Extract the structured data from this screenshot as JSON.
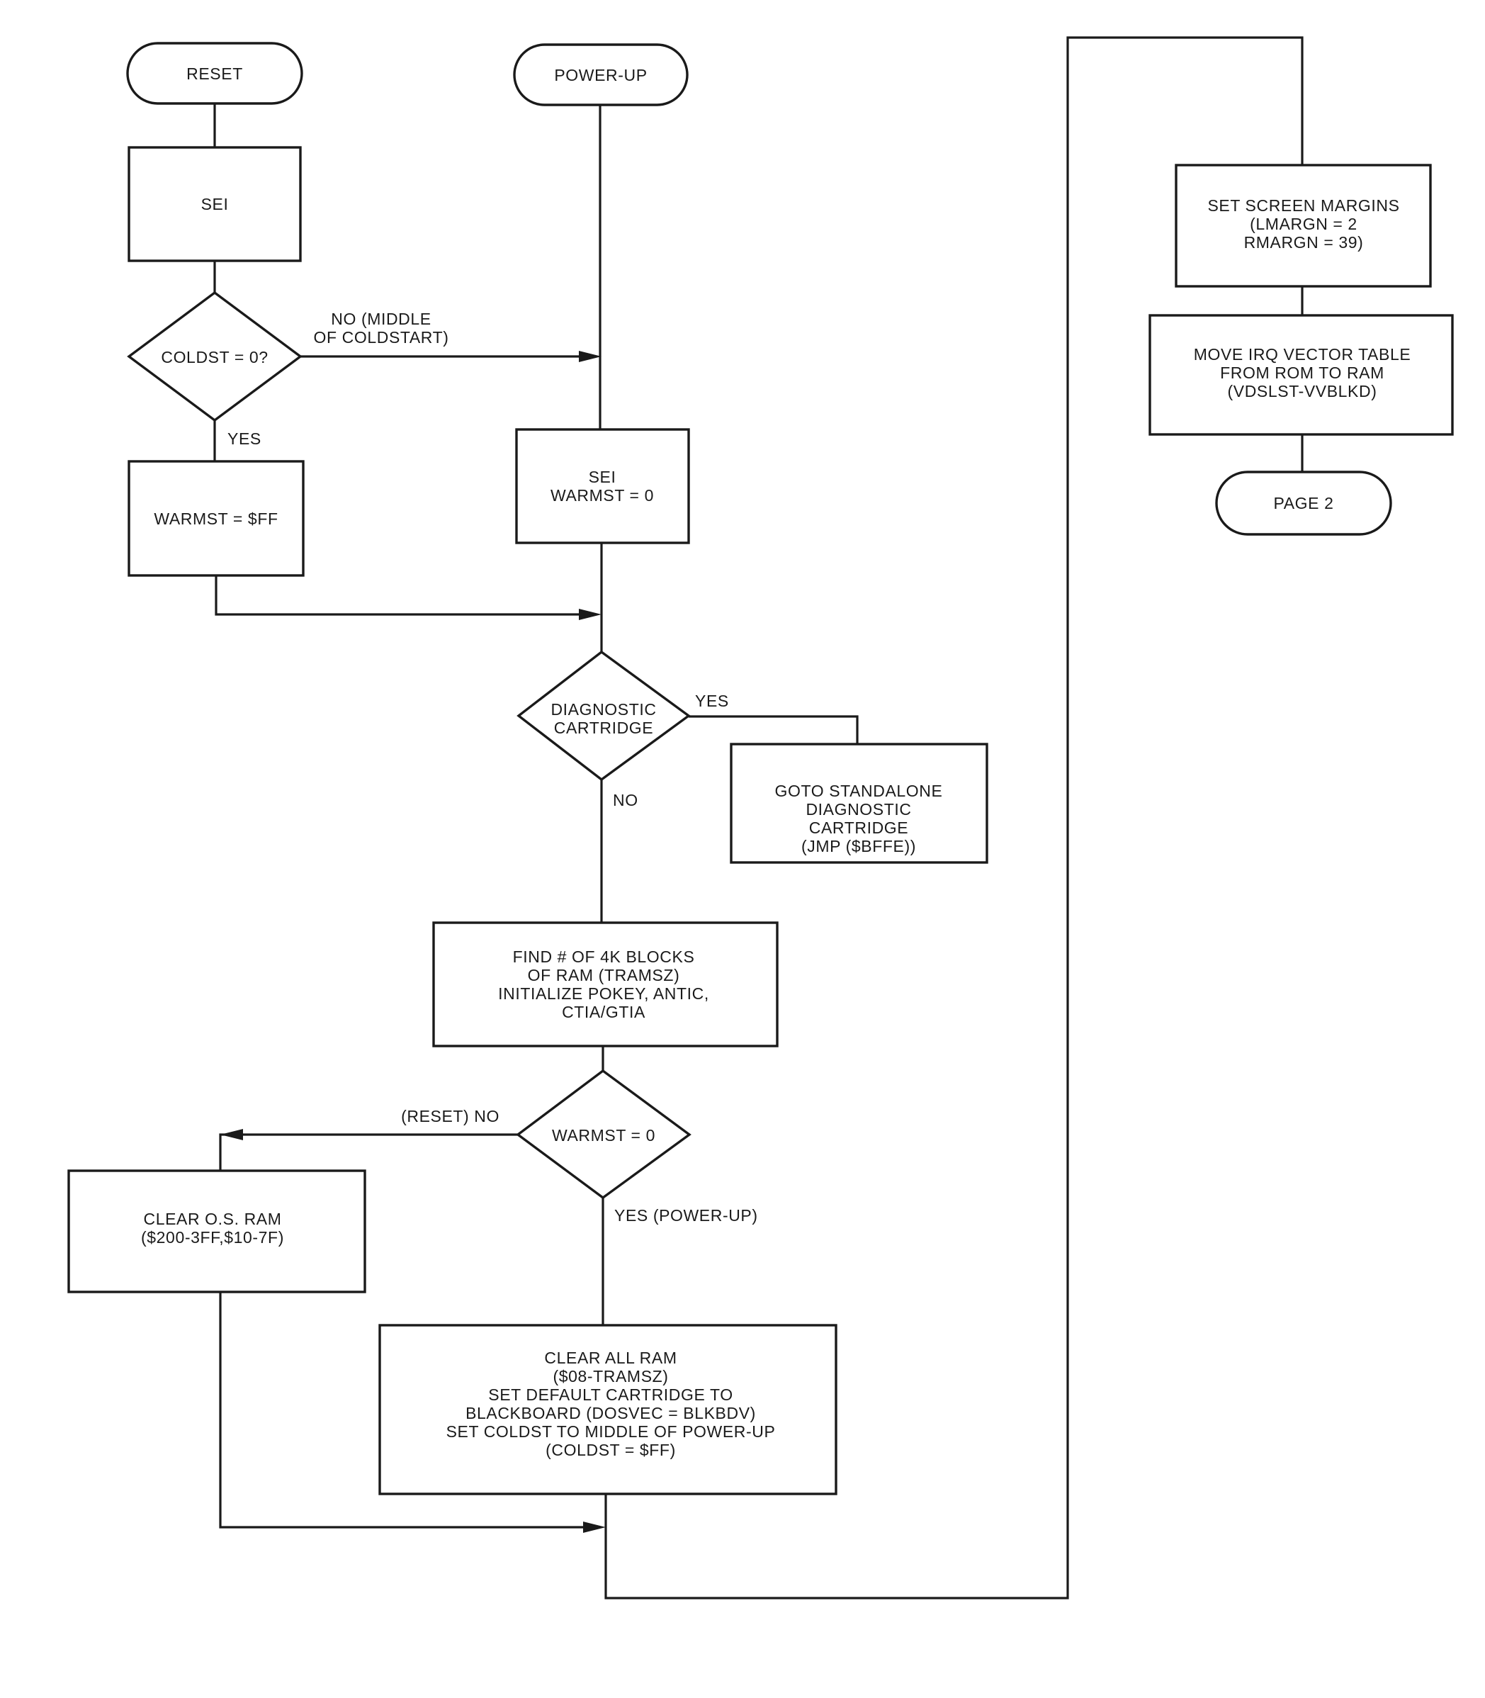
{
  "nodes": {
    "reset": "RESET",
    "power_up": "POWER-UP",
    "sei_1": "SEI",
    "coldst_check": "COLDST = 0?",
    "warmst_ff": "WARMST = $FF",
    "sei_warmst_zero": [
      "SEI",
      "WARMST = 0"
    ],
    "diagnostic_cartridge": [
      "DIAGNOSTIC",
      "CARTRIDGE"
    ],
    "goto_standalone": [
      "GOTO STANDALONE",
      "DIAGNOSTIC",
      "CARTRIDGE",
      "(JMP ($BFFE))"
    ],
    "find_ram": [
      "FIND # OF 4K BLOCKS",
      "OF RAM (TRAMSZ)",
      "INITIALIZE POKEY, ANTIC,",
      "CTIA/GTIA"
    ],
    "warmst_check": "WARMST = 0",
    "clear_os_ram": [
      "CLEAR O.S. RAM",
      "($200-3FF,$10-7F)"
    ],
    "clear_all_ram": [
      "CLEAR ALL RAM",
      "($08-TRAMSZ)",
      "SET DEFAULT CARTRIDGE TO",
      "BLACKBOARD (DOSVEC = BLKBDV)",
      "SET COLDST TO MIDDLE OF POWER-UP",
      "(COLDST = $FF)"
    ],
    "set_margins": [
      "SET SCREEN MARGINS",
      "(LMARGN = 2",
      "RMARGN = 39)"
    ],
    "move_irq": [
      "MOVE IRQ VECTOR TABLE",
      "FROM ROM TO RAM",
      "(VDSLST-VVBLKD)"
    ],
    "page_2": "PAGE 2"
  },
  "edge_labels": {
    "coldst_no": [
      "NO (MIDDLE",
      "OF COLDSTART)"
    ],
    "coldst_yes": "YES",
    "diag_yes": "YES",
    "diag_no": "NO",
    "warmst_no": "(RESET) NO",
    "warmst_yes": "YES (POWER-UP)"
  }
}
